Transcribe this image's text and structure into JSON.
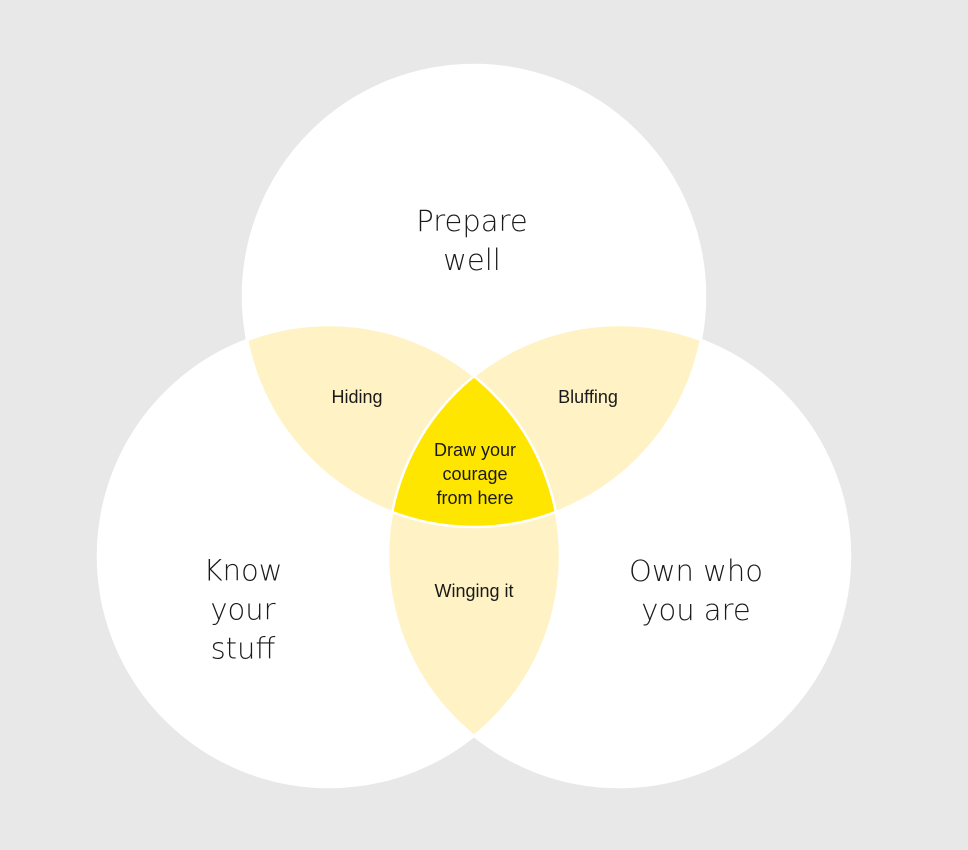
{
  "colors": {
    "background": "#e8e8e8",
    "circle": "#ffffff",
    "pair": "#fff2c4",
    "center": "#ffe600"
  },
  "sets": {
    "top": "Prepare\nwell",
    "left": "Know\nyour\nstuff",
    "right": "Own who\nyou are"
  },
  "intersections": {
    "top_left": "Hiding",
    "top_right": "Bluffing",
    "left_right": "Winging it",
    "center": "Draw your\ncourage\nfrom here"
  }
}
